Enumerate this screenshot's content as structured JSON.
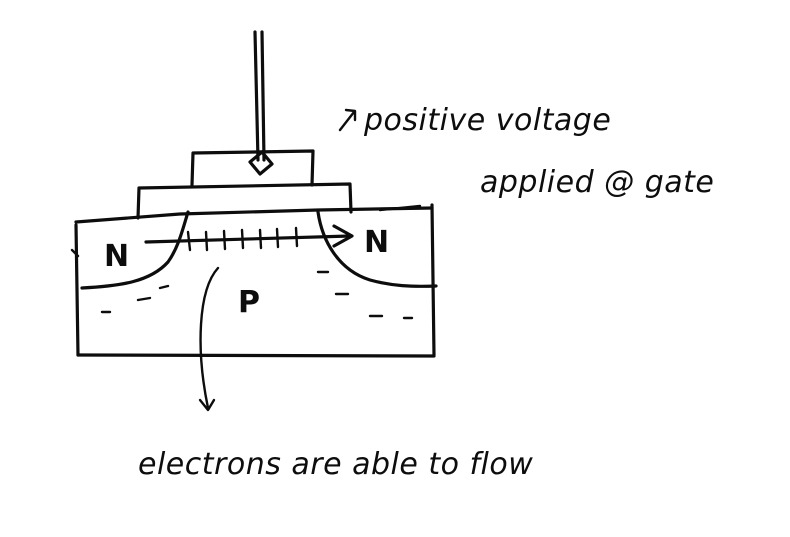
{
  "diagram": {
    "annotation_gate": "positive voltage",
    "annotation_gate_line2": "applied @ gate",
    "annotation_flow": "electrons are able to flow",
    "region_source": "N",
    "region_drain": "N",
    "region_substrate": "P",
    "channel_charges": "+ + + + + + +"
  }
}
